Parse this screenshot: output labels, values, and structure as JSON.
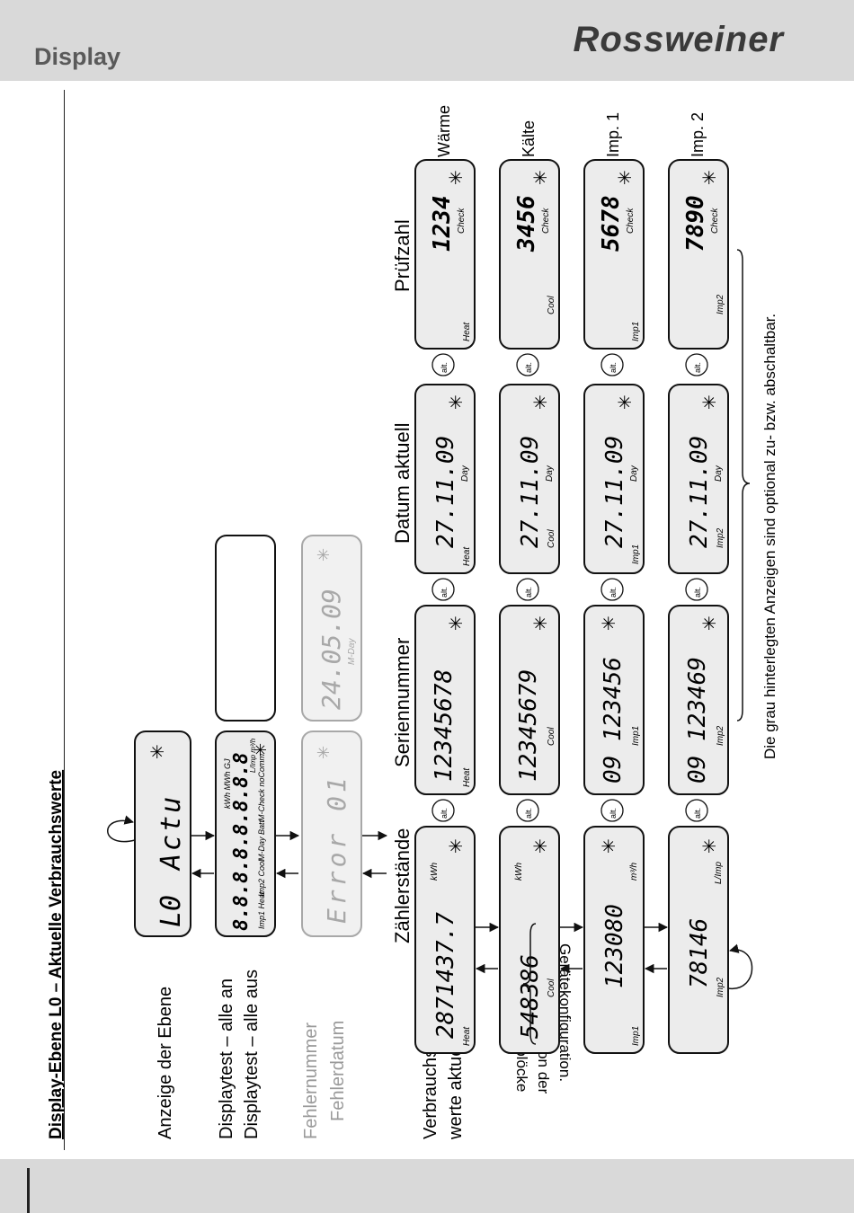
{
  "header": {
    "title": "Display",
    "brand": "Rossweiner"
  },
  "page_title": "Display-Ebene L0 – Aktuelle Verbrauchswerte",
  "labels": {
    "anzeige": "Anzeige der Ebene",
    "displaytest_an": "Displaytest – alle an",
    "displaytest_aus": "Displaytest – alle aus",
    "fehlernummer": "Fehlernummer",
    "fehlerdatum": "Fehlerdatum",
    "verbrauchs_1": "Verbrauchs-",
    "verbrauchs_2": "werte aktuell",
    "note_1": "Diese Segmentblöcke",
    "note_2": "sind abhängig von der",
    "note_3": "Gerätekonfiguration.",
    "footnote": "Die grau hinterlegten Anzeigen sind optional zu- bzw. abschaltbar."
  },
  "columns": {
    "zaehler": "Zählerstände",
    "serien": "Seriennummer",
    "datum": "Datum aktuell",
    "pruef": "Prüfzahl"
  },
  "rows": {
    "waerme": "Wärme",
    "kaelte": "Kälte",
    "imp1": "Imp. 1",
    "imp2": "Imp. 2"
  },
  "alt_label": "alt.",
  "star_icon": "✳",
  "level_display": {
    "code": "L0",
    "text": "Actu"
  },
  "test_display": {
    "digits": "8.8.8.8.8.8.8.8",
    "units": "kWh MWh GJ",
    "line_a": "Imp1 Heat",
    "line_b": "Imp2 Cool",
    "line_c": "M-Day Batt",
    "line_d": "M-Check noComm",
    "line_e": "L/Imp m³/h"
  },
  "error_display": {
    "text": "Error 01"
  },
  "error_date_display": {
    "value": "24.05.09",
    "tag": "M-Day"
  },
  "meter_readings": [
    {
      "value": "2871437.7",
      "unit": "kWh",
      "tag": "Heat"
    },
    {
      "value": "548386",
      "unit": "kWh",
      "tag": "Cool"
    },
    {
      "value": "123080",
      "unit": "m³/h",
      "tag": "Imp1"
    },
    {
      "value": "78146",
      "unit": "L/Imp",
      "tag": "Imp2"
    }
  ],
  "serial_numbers": [
    {
      "value": "12345678",
      "tag": "Heat"
    },
    {
      "value": "12345679",
      "tag": "Cool"
    },
    {
      "value": "09 123456",
      "tag": "Imp1"
    },
    {
      "value": "09 123469",
      "tag": "Imp2"
    }
  ],
  "dates": [
    {
      "value": "27.11.09",
      "label": "Day",
      "tag": "Heat"
    },
    {
      "value": "27.11.09",
      "label": "Day",
      "tag": "Cool"
    },
    {
      "value": "27.11.09",
      "label": "Day",
      "tag": "Imp1"
    },
    {
      "value": "27.11.09",
      "label": "Day",
      "tag": "Imp2"
    }
  ],
  "check_numbers": [
    {
      "value": "1234",
      "label": "Check",
      "tag": "Heat"
    },
    {
      "value": "3456",
      "label": "Check",
      "tag": "Cool"
    },
    {
      "value": "5678",
      "label": "Check",
      "tag": "Imp1"
    },
    {
      "value": "7890",
      "label": "Check",
      "tag": "Imp2"
    }
  ],
  "colors": {
    "lcd_fill": "#ececec",
    "optional_gray": "#a8a8a8",
    "header_gray": "#d9d9d9"
  }
}
